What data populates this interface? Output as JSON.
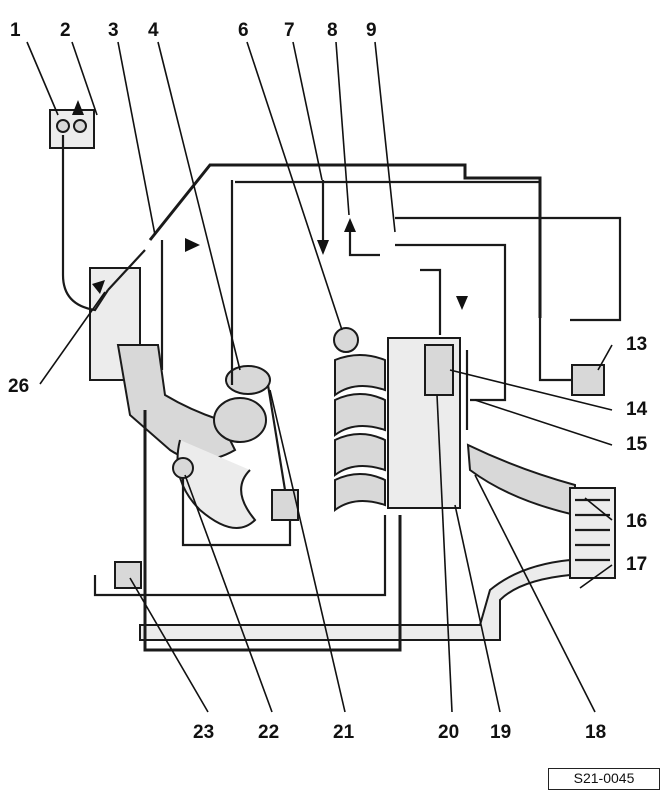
{
  "diagram": {
    "callouts": {
      "c1": "1",
      "c2": "2",
      "c3": "3",
      "c4": "4",
      "c6": "6",
      "c7": "7",
      "c8": "8",
      "c9": "9",
      "c13": "13",
      "c14": "14",
      "c15": "15",
      "c16": "16",
      "c17": "17",
      "c18": "18",
      "c19": "19",
      "c20": "20",
      "c21": "21",
      "c22": "22",
      "c23": "23",
      "c26": "26"
    },
    "reference_code": "S21-0045"
  }
}
